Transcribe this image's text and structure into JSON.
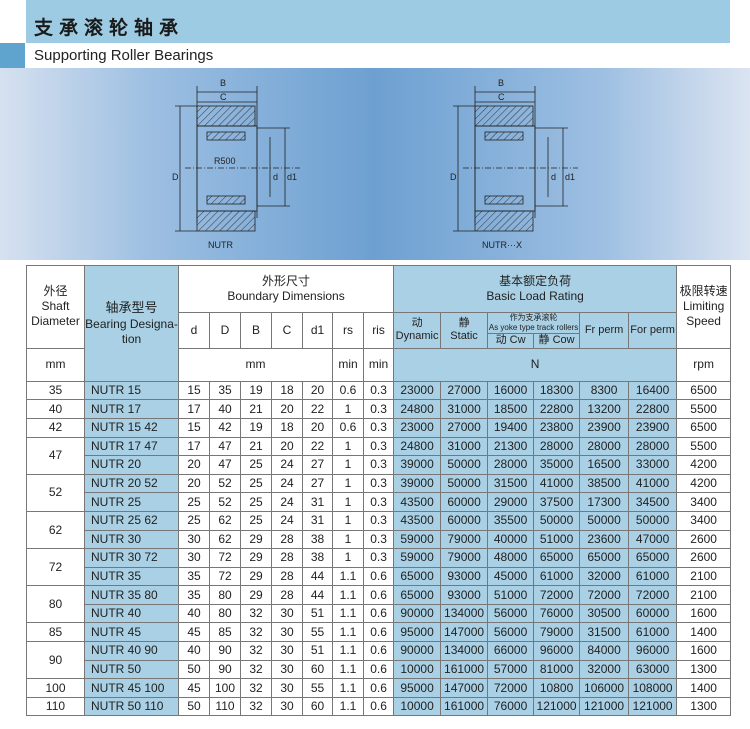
{
  "header": {
    "title_cn": "支承滚轮轴承",
    "title_en": "Supporting Roller Bearings"
  },
  "diagrams": [
    {
      "name": "NUTR",
      "labels": {
        "B": "B",
        "C": "C",
        "D": "D",
        "d": "d",
        "d1": "d1",
        "R": "R500"
      }
    },
    {
      "name": "NUTR···X",
      "labels": {
        "B": "B",
        "C": "C",
        "D": "D",
        "d": "d",
        "d1": "d1"
      }
    }
  ],
  "table": {
    "head": {
      "shaft_cn": "外径",
      "shaft_en1": "Shaft",
      "shaft_en2": "Diameter",
      "shaft_unit": "mm",
      "desig_cn": "轴承型号",
      "desig_en": "Bearing Designa-tion",
      "dim_cn": "外形尺寸",
      "dim_en": "Boundary Dimensions",
      "dim_cols": [
        "d",
        "D",
        "B",
        "C",
        "d1",
        "rs",
        "ris"
      ],
      "dim_unit": "mm",
      "rs_unit": "min",
      "ris_unit": "min",
      "load_cn": "基本额定负荷",
      "load_en": "Basic Load Rating",
      "dyn_cn": "动",
      "dyn_en": "Dynamic",
      "stat_cn": "静",
      "stat_en": "Static",
      "yoke_cn": "作为支承滚轮",
      "yoke_en": "As yoke type track rollers",
      "cw": "动 Cw",
      "cow": "静 Cow",
      "fr": "Fr perm",
      "for": "For perm",
      "load_unit": "N",
      "speed_cn": "极限转速",
      "speed_en1": "Limiting",
      "speed_en2": "Speed",
      "speed_unit": "rpm"
    },
    "groups": [
      {
        "shaft": "35",
        "rows": [
          [
            "NUTR 15",
            "15",
            "35",
            "19",
            "18",
            "20",
            "0.6",
            "0.3",
            "23000",
            "27000",
            "16000",
            "18300",
            "8300",
            "16400",
            "6500"
          ]
        ]
      },
      {
        "shaft": "40",
        "rows": [
          [
            "NUTR 17",
            "17",
            "40",
            "21",
            "20",
            "22",
            "1",
            "0.3",
            "24800",
            "31000",
            "18500",
            "22800",
            "13200",
            "22800",
            "5500"
          ]
        ]
      },
      {
        "shaft": "42",
        "rows": [
          [
            "NUTR 15 42",
            "15",
            "42",
            "19",
            "18",
            "20",
            "0.6",
            "0.3",
            "23000",
            "27000",
            "19400",
            "23800",
            "23900",
            "23900",
            "6500"
          ]
        ]
      },
      {
        "shaft": "47",
        "rows": [
          [
            "NUTR 17 47",
            "17",
            "47",
            "21",
            "20",
            "22",
            "1",
            "0.3",
            "24800",
            "31000",
            "21300",
            "28000",
            "28000",
            "28000",
            "5500"
          ],
          [
            "NUTR 20",
            "20",
            "47",
            "25",
            "24",
            "27",
            "1",
            "0.3",
            "39000",
            "50000",
            "28000",
            "35000",
            "16500",
            "33000",
            "4200"
          ]
        ]
      },
      {
        "shaft": "52",
        "rows": [
          [
            "NUTR 20 52",
            "20",
            "52",
            "25",
            "24",
            "27",
            "1",
            "0.3",
            "39000",
            "50000",
            "31500",
            "41000",
            "38500",
            "41000",
            "4200"
          ],
          [
            "NUTR 25",
            "25",
            "52",
            "25",
            "24",
            "31",
            "1",
            "0.3",
            "43500",
            "60000",
            "29000",
            "37500",
            "17300",
            "34500",
            "3400"
          ]
        ]
      },
      {
        "shaft": "62",
        "rows": [
          [
            "NUTR 25 62",
            "25",
            "62",
            "25",
            "24",
            "31",
            "1",
            "0.3",
            "43500",
            "60000",
            "35500",
            "50000",
            "50000",
            "50000",
            "3400"
          ],
          [
            "NUTR 30",
            "30",
            "62",
            "29",
            "28",
            "38",
            "1",
            "0.3",
            "59000",
            "79000",
            "40000",
            "51000",
            "23600",
            "47000",
            "2600"
          ]
        ]
      },
      {
        "shaft": "72",
        "rows": [
          [
            "NUTR 30 72",
            "30",
            "72",
            "29",
            "28",
            "38",
            "1",
            "0.3",
            "59000",
            "79000",
            "48000",
            "65000",
            "65000",
            "65000",
            "2600"
          ],
          [
            "NUTR 35",
            "35",
            "72",
            "29",
            "28",
            "44",
            "1.1",
            "0.6",
            "65000",
            "93000",
            "45000",
            "61000",
            "32000",
            "61000",
            "2100"
          ]
        ]
      },
      {
        "shaft": "80",
        "rows": [
          [
            "NUTR 35 80",
            "35",
            "80",
            "29",
            "28",
            "44",
            "1.1",
            "0.6",
            "65000",
            "93000",
            "51000",
            "72000",
            "72000",
            "72000",
            "2100"
          ],
          [
            "NUTR 40",
            "40",
            "80",
            "32",
            "30",
            "51",
            "1.1",
            "0.6",
            "90000",
            "134000",
            "56000",
            "76000",
            "30500",
            "60000",
            "1600"
          ]
        ]
      },
      {
        "shaft": "85",
        "rows": [
          [
            "NUTR 45",
            "45",
            "85",
            "32",
            "30",
            "55",
            "1.1",
            "0.6",
            "95000",
            "147000",
            "56000",
            "79000",
            "31500",
            "61000",
            "1400"
          ]
        ]
      },
      {
        "shaft": "90",
        "rows": [
          [
            "NUTR 40 90",
            "40",
            "90",
            "32",
            "30",
            "51",
            "1.1",
            "0.6",
            "90000",
            "134000",
            "66000",
            "96000",
            "84000",
            "96000",
            "1600"
          ],
          [
            "NUTR 50",
            "50",
            "90",
            "32",
            "30",
            "60",
            "1.1",
            "0.6",
            "10000",
            "161000",
            "57000",
            "81000",
            "32000",
            "63000",
            "1300"
          ]
        ]
      },
      {
        "shaft": "100",
        "rows": [
          [
            "NUTR 45 100",
            "45",
            "100",
            "32",
            "30",
            "55",
            "1.1",
            "0.6",
            "95000",
            "147000",
            "72000",
            "10800",
            "106000",
            "108000",
            "1400"
          ]
        ]
      },
      {
        "shaft": "110",
        "rows": [
          [
            "NUTR 50 110",
            "50",
            "110",
            "32",
            "30",
            "60",
            "1.1",
            "0.6",
            "10000",
            "161000",
            "76000",
            "121000",
            "121000",
            "121000",
            "1300"
          ]
        ]
      }
    ]
  }
}
